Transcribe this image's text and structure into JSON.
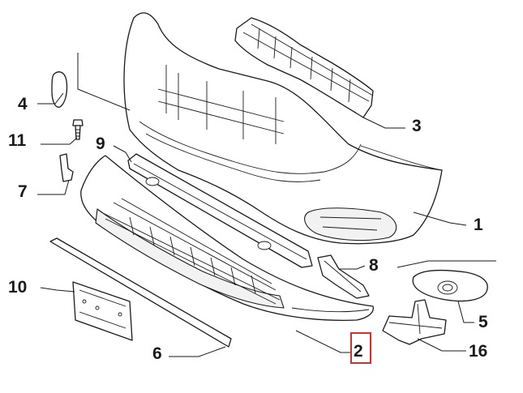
{
  "diagram": {
    "type": "exploded-parts-view",
    "highlight_color": "#d32f2f",
    "callouts": [
      {
        "id": "c1",
        "label": "1"
      },
      {
        "id": "c2",
        "label": "2",
        "highlighted": true
      },
      {
        "id": "c3",
        "label": "3"
      },
      {
        "id": "c4",
        "label": "4"
      },
      {
        "id": "c5",
        "label": "5"
      },
      {
        "id": "c6",
        "label": "6"
      },
      {
        "id": "c7",
        "label": "7"
      },
      {
        "id": "c8",
        "label": "8"
      },
      {
        "id": "c9",
        "label": "9"
      },
      {
        "id": "c10",
        "label": "10"
      },
      {
        "id": "c11",
        "label": "11"
      },
      {
        "id": "c16",
        "label": "16"
      }
    ]
  }
}
